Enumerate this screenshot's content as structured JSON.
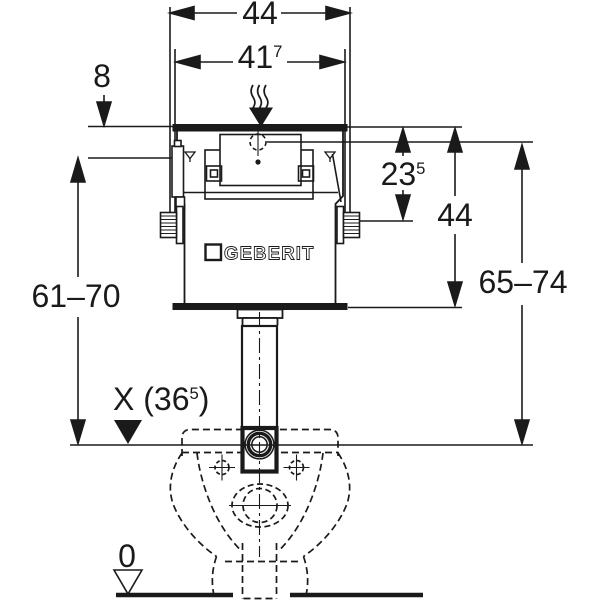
{
  "drawing": {
    "brand": "GEBERIT",
    "dims": {
      "width_outer": {
        "base": "44"
      },
      "width_inner": {
        "base": "41",
        "sup": "7"
      },
      "top_offset": {
        "base": "8"
      },
      "front_depth": {
        "base": "23",
        "sup": "5"
      },
      "tank_height": {
        "base": "44"
      },
      "range_left": {
        "base": "61–70"
      },
      "range_right": {
        "base": "65–74"
      },
      "datum_x": {
        "pre": "X (36",
        "sup": "5",
        "post": ")"
      },
      "floor_level": {
        "base": "0"
      }
    },
    "colors": {
      "line": "#1a1a1a",
      "background": "#ffffff"
    }
  }
}
